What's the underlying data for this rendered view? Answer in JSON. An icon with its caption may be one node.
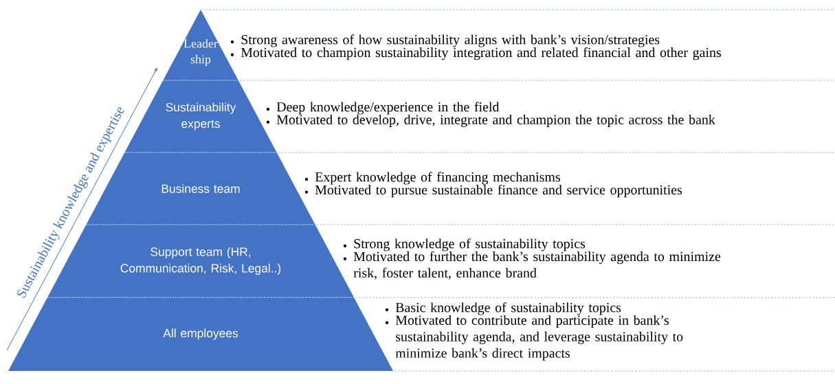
{
  "diagram": {
    "nodes": [
      {
        "text": [
          "Leader ship"
        ],
        "beside": [
          "Strong awareness of how sustainability aligns with bank’s vision/strategies",
          "Motivated to champion sustainability integration and related financial and other gains"
        ]
      },
      {
        "text": [
          "Sustainability experts"
        ],
        "beside": [
          "Deep knowledge/experience in the field",
          "Motivated to develop, drive, integrate and champion the topic across the bank"
        ]
      },
      {
        "text": [
          "Business team"
        ],
        "beside": [
          "Expert knowledge of financing mechanisms",
          "Motivated to pursue sustainable finance and service opportunities"
        ]
      },
      {
        "text": [
          "Support team (HR, Communication, Risk, Legal..)"
        ],
        "beside": [
          "Strong knowledge of sustainability topics",
          "Motivated to further the bank’s sustainability agenda to minimize risk, foster talent, enhance brand"
        ]
      },
      {
        "text": [
          "All employees"
        ],
        "beside": [
          "Basic knowledge of sustainability topics",
          "Motivated to contribute and participate in bank’s sustainability agenda, and leverage sustainability to minimize bank’s direct impacts"
        ]
      }
    ],
    "labels": [
      "Sustainability knowledge and expertise"
    ]
  }
}
